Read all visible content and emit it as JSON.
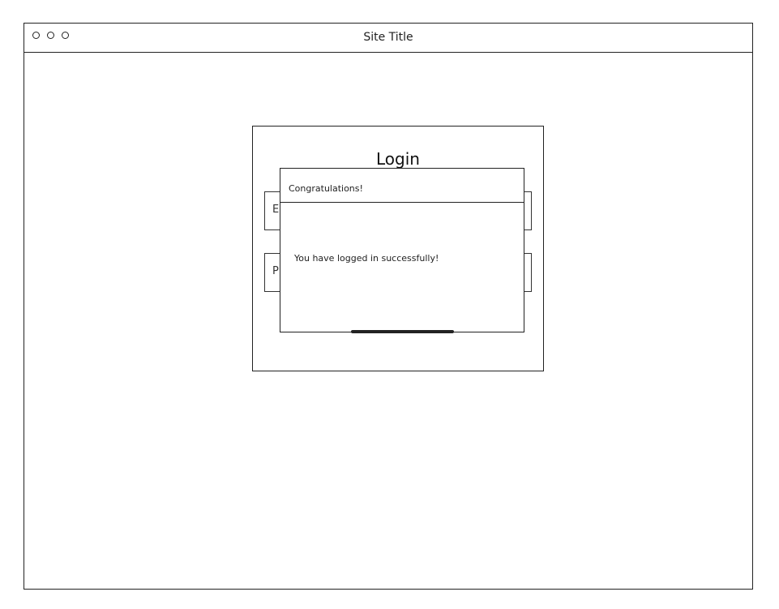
{
  "window": {
    "title": "Site Title",
    "controls": [
      "circle-icon",
      "circle-icon",
      "circle-icon"
    ]
  },
  "login": {
    "title": "Login",
    "email_label": "E",
    "password_label": "P"
  },
  "modal": {
    "title": "Congratulations!",
    "message": "You have logged in successfully!"
  }
}
